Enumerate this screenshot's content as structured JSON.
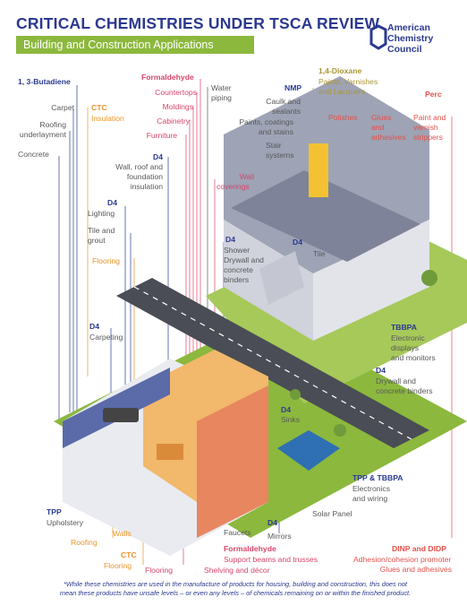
{
  "header": {
    "title": "CRITICAL CHEMISTRIES UNDER TSCA REVIEW",
    "subtitle": "Building and Construction Applications"
  },
  "logo": {
    "line1": "American",
    "line2": "Chemistry",
    "line3": "Council"
  },
  "labels": {
    "butadiene": "1, 3-Butadiene",
    "carpet": "Carpet",
    "roofing_underlayment_1": "Roofing",
    "roofing_underlayment_2": "underlayment",
    "concrete": "Concrete",
    "ctc_1": "CTC",
    "insulation": "Insulation",
    "formaldehyde_1": "Formaldehyde",
    "countertops": "Countertops",
    "moldings": "Moldings",
    "cabinetry": "Cabinetry",
    "furniture": "Furniture",
    "water_piping_1": "Water",
    "water_piping_2": "piping",
    "nmp": "NMP",
    "caulk_1": "Caulk and",
    "caulk_2": "sealants",
    "paints_coatings_1": "Paints, coatings",
    "paints_coatings_2": "and stains",
    "stair_1": "Stair",
    "stair_2": "systems",
    "wall_cov_1": "Wall",
    "wall_cov_2": "coverings",
    "dioxane": "1,4-Dioxane",
    "dioxane_1": "Paints, Varnishes",
    "dioxane_2": "and Lacquers",
    "perc": "Perc",
    "polishes": "Polishes",
    "glues_1": "Glues",
    "glues_2": "and",
    "glues_3": "adhesives",
    "paint_strip_1": "Paint and",
    "paint_strip_2": "varnish",
    "paint_strip_3": "strippers",
    "d4_a": "D4",
    "d4_a_1": "Wall, roof and",
    "d4_a_2": "foundation",
    "d4_a_3": "insulation",
    "d4_b": "D4",
    "lighting": "Lighting",
    "tile_grout_1": "Tile and",
    "tile_grout_2": "grout",
    "flooring_1": "Flooring",
    "d4_c": "D4",
    "d4_c_1": "Shower",
    "d4_c_2": "Drywall and",
    "d4_c_3": "concrete",
    "d4_c_4": "binders",
    "d4_tile": "D4",
    "tile": "Tile",
    "d4_d": "D4",
    "carpeting": "Carpeting",
    "tbbpa": "TBBPA",
    "tbbpa_1": "Electronic",
    "tbbpa_2": "displays",
    "tbbpa_3": "and monitors",
    "d4_e": "D4",
    "d4_e_1": "Drywall and",
    "d4_e_2": "concrete binders",
    "d4_sinks": "D4",
    "sinks": "Sinks",
    "tpp_tbbpa": "TPP & TBBPA",
    "tpp_tbbpa_1": "Electronics",
    "tpp_tbbpa_2": "and wiring",
    "solar": "Solar Panel",
    "tpp": "TPP",
    "upholstery": "Upholstery",
    "roofing": "Roofing",
    "walls": "Walls",
    "ctc_2": "CTC",
    "flooring_2": "Flooring",
    "flooring_3": "Flooring",
    "faucets": "Faucets",
    "d4_mirrors": "D4",
    "mirrors": "Mirrors",
    "formaldehyde_2": "Formaldehyde",
    "support": "Support beams and trusses",
    "shelving": "Shelving and décor",
    "dinp": "DINP and DIDP",
    "dinp_1": "Adhesion/cohesion promoter",
    "dinp_2": "Glues and adhesives"
  },
  "footnote": {
    "line1": "*While these chemistries are used in the manufacture of products for housing, building and construction, this does not",
    "line2": "mean these products have unsafe levels – or even any levels – of chemicals remaining on or within the finished product."
  },
  "colors": {
    "navy": "#2b3990",
    "green": "#8cb83d",
    "pink": "#d9456b",
    "orange": "#e8952a",
    "olive": "#a99635",
    "red": "#e4514b"
  }
}
